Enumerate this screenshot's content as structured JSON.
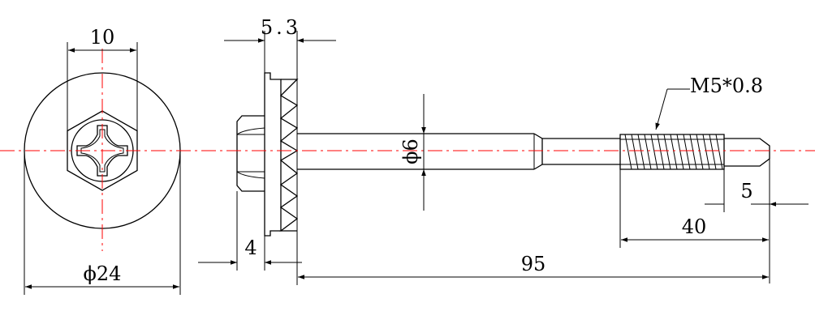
{
  "dimensions": {
    "hex_across_flats": "10",
    "head_diameter": "ϕ24",
    "washer_thickness": "5.3",
    "head_height": "4",
    "shank_diameter": "ϕ6",
    "thread_spec": "M5*0.8",
    "tip_length": "5",
    "thread_length": "40",
    "overall_length": "95"
  },
  "colors": {
    "outline": "#000000",
    "centerline": "#ff0000",
    "background": "#ffffff"
  }
}
